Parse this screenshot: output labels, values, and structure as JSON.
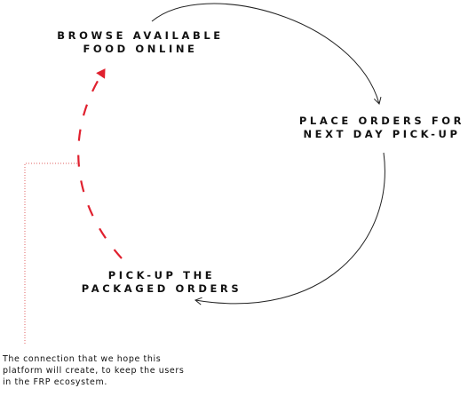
{
  "steps": {
    "browse": [
      "BROWSE AVAILABLE",
      "FOOD ONLINE"
    ],
    "place": [
      "PLACE ORDERS FOR",
      "NEXT DAY PICK-UP"
    ],
    "pickup": [
      "PICK-UP THE",
      "PACKAGED ORDERS"
    ]
  },
  "note": [
    "The connection that we hope this",
    "platform will create, to keep the users",
    "in the FRP ecosystem."
  ],
  "colors": {
    "cycle_arrow": "#222222",
    "connection_arrow": "#e0202e",
    "leader_line": "#e06060"
  }
}
